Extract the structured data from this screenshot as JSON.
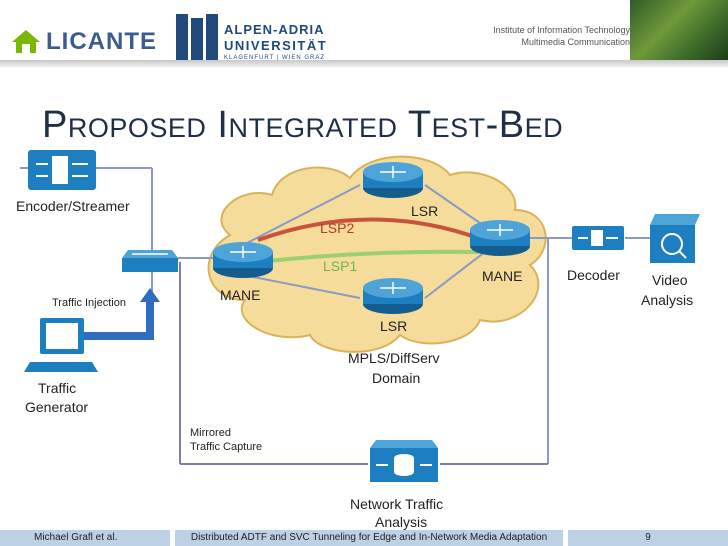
{
  "header": {
    "logo1_text": "LICANTE",
    "logo2_line1": "ALPEN-ADRIA",
    "logo2_line2": "UNIVERSITÄT",
    "logo2_line3": "KLAGENFURT | WIEN GRAZ",
    "institute_line1": "Institute of Information Technology",
    "institute_line2": "Multimedia Communication"
  },
  "title": "Proposed Integrated Test-Bed",
  "diagram": {
    "encoder_label": "Encoder/Streamer",
    "traffic_injection_label": "Traffic Injection",
    "traffic_generator_label_1": "Traffic",
    "traffic_generator_label_2": "Generator",
    "lsr_top_label": "LSR",
    "lsr_bottom_label": "LSR",
    "lsp2_label": "LSP2",
    "lsp1_label": "LSP1",
    "mane_left_label": "MANE",
    "mane_right_label": "MANE",
    "domain_label_1": "MPLS/DiffServ",
    "domain_label_2": "Domain",
    "decoder_label": "Decoder",
    "video_analysis_label_1": "Video",
    "video_analysis_label_2": "Analysis",
    "mirrored_label_1": "Mirrored",
    "mirrored_label_2": "Traffic Capture",
    "network_analysis_label_1": "Network Traffic",
    "network_analysis_label_2": "Analysis",
    "colors": {
      "cloud_fill": "#f6dc9a",
      "cloud_stroke": "#d9b25a",
      "device_blue": "#1e7fc0",
      "link_line": "#8b9ac4",
      "lsp2": "#c0392b",
      "lsp1": "#8fcf6c",
      "capture_line": "#7d7db5"
    }
  },
  "footer": {
    "author": "Michael Grafl et al.",
    "paper_title": "Distributed ADTF and SVC Tunneling for Edge and In-Network Media Adaptation",
    "page_number": "9"
  }
}
